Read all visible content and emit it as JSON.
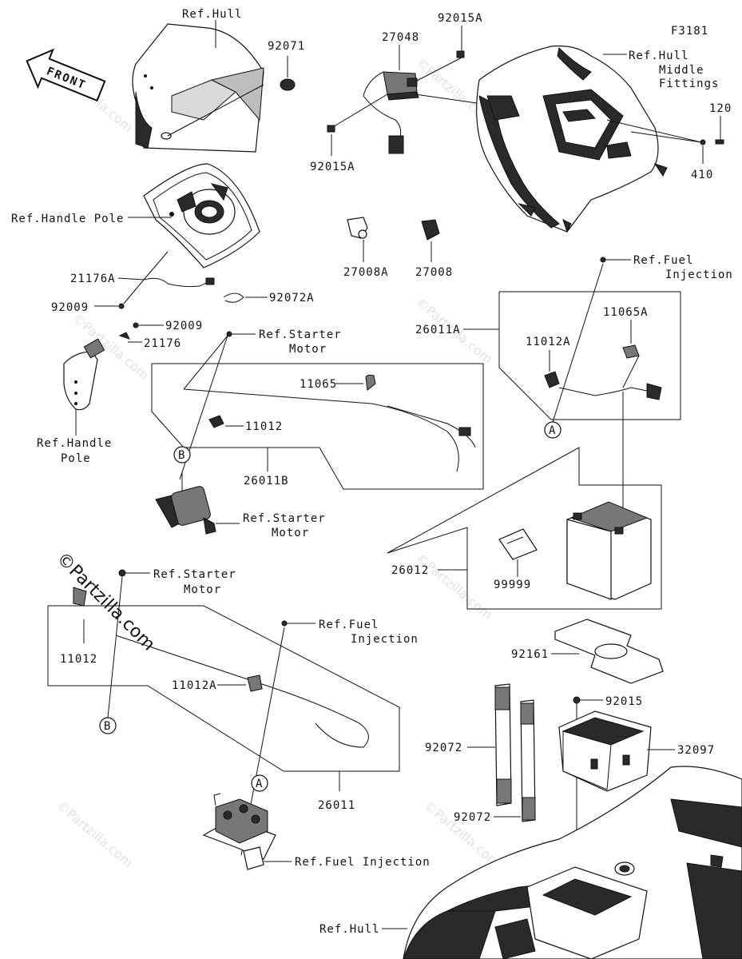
{
  "diagram": {
    "code": "F3181",
    "front": "FRONT",
    "brand": "©Partzilla.com",
    "watermark": "©Partzilla.com"
  },
  "labels": {
    "ref_hull_top": "Ref.Hull",
    "p92071": "92071",
    "p92015A_top": "92015A",
    "p27048": "27048",
    "ref_hull_mid_1": "Ref.Hull",
    "ref_hull_mid_2": "Middle",
    "ref_hull_mid_3": "Fittings",
    "p120": "120",
    "p410": "410",
    "p92015A_bot": "92015A",
    "ref_handle_pole_a": "Ref.Handle Pole",
    "p21176A": "21176A",
    "p92009_a": "92009",
    "p92072A": "92072A",
    "p27008A": "27008A",
    "p27008": "27008",
    "ref_fuel_inj_a1": "Ref.Fuel",
    "ref_fuel_inj_a2": "Injection",
    "p92009_b": "92009",
    "p21176": "21176",
    "ref_starter_a1": "Ref.Starter",
    "ref_starter_a2": "Motor",
    "p26011A": "26011A",
    "p11065A": "11065A",
    "p11012A_a": "11012A",
    "p11065": "11065",
    "p11012_a": "11012",
    "ref_handle_pole_b1": "Ref.Handle",
    "ref_handle_pole_b2": "Pole",
    "circle_A_a": "A",
    "circle_B_a": "B",
    "p26011B": "26011B",
    "ref_starter_b1": "Ref.Starter",
    "ref_starter_b2": "Motor",
    "ref_starter_c1": "Ref.Starter",
    "ref_starter_c2": "Motor",
    "p26012": "26012",
    "p99999": "99999",
    "ref_fuel_inj_b1": "Ref.Fuel",
    "ref_fuel_inj_b2": "Injection",
    "p11012_b": "11012",
    "p11012A_b": "11012A",
    "p92161": "92161",
    "circle_B_b": "B",
    "p92015": "92015",
    "p92072_a": "92072",
    "p32097": "32097",
    "circle_A_b": "A",
    "p26011": "26011",
    "p92072_b": "92072",
    "ref_fuel_inj_c": "Ref.Fuel Injection",
    "ref_hull_bot": "Ref.Hull"
  }
}
